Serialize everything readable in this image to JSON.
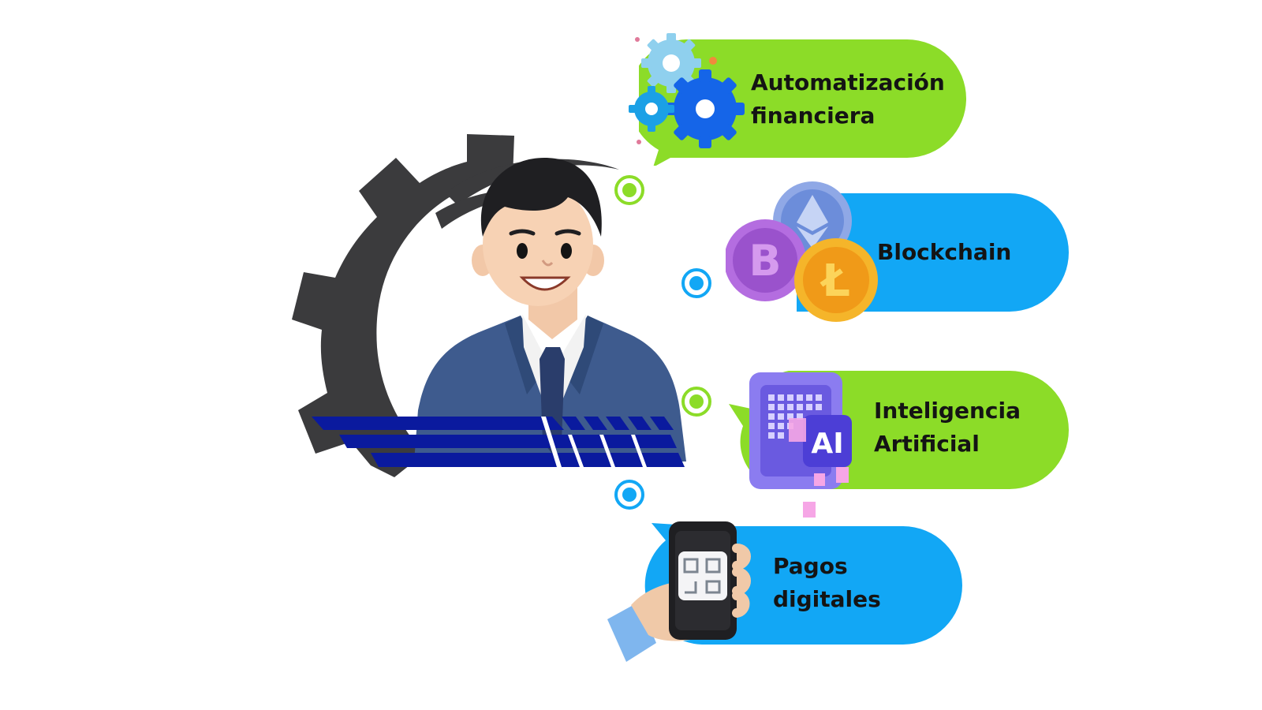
{
  "diagram": {
    "items": [
      {
        "label_line1": "Automatización",
        "label_line2": "financiera",
        "icon": "gears-icon",
        "color": "#8CDC28"
      },
      {
        "label_line1": "Blockchain",
        "label_line2": "",
        "icon": "crypto-coins-icon",
        "color": "#12A7F5"
      },
      {
        "label_line1": "Inteligencia",
        "label_line2": "Artificial",
        "icon": "ai-chip-icon",
        "color": "#8CDC28"
      },
      {
        "label_line1": "Pagos",
        "label_line2": "digitales",
        "icon": "phone-qr-icon",
        "color": "#12A7F5"
      }
    ],
    "center_figure": "businessman-illustration",
    "background_icon": "gear-icon",
    "colors": {
      "green": "#8CDC28",
      "blue": "#12A7F5",
      "gear": "#3B3B3D",
      "stripes": "#0A1A9E",
      "suit": "#3E5B8E"
    }
  }
}
